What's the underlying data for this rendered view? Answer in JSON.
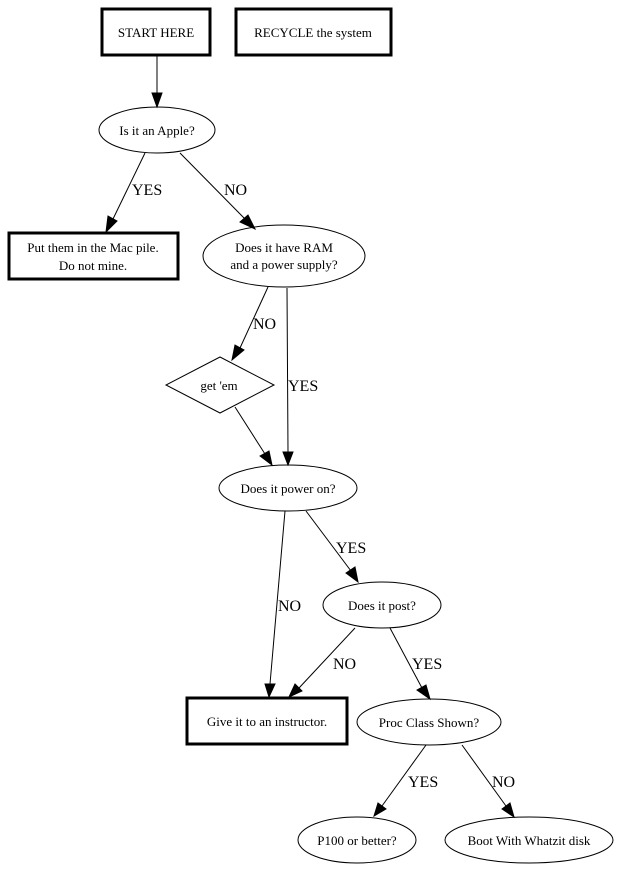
{
  "diagram": {
    "type": "flowchart",
    "nodes": [
      {
        "id": "start",
        "shape": "box",
        "lines": [
          "START HERE"
        ]
      },
      {
        "id": "recycle",
        "shape": "box",
        "lines": [
          "RECYCLE the system"
        ]
      },
      {
        "id": "apple",
        "shape": "ellipse",
        "lines": [
          "Is it an Apple?"
        ]
      },
      {
        "id": "macpile",
        "shape": "box",
        "lines": [
          "Put them in the Mac pile.",
          "Do not mine."
        ]
      },
      {
        "id": "ram",
        "shape": "ellipse",
        "lines": [
          "Does it have RAM",
          "and a power supply?"
        ]
      },
      {
        "id": "getem",
        "shape": "diamond",
        "lines": [
          "get 'em"
        ]
      },
      {
        "id": "power",
        "shape": "ellipse",
        "lines": [
          "Does it power on?"
        ]
      },
      {
        "id": "post",
        "shape": "ellipse",
        "lines": [
          "Does it post?"
        ]
      },
      {
        "id": "instructor",
        "shape": "box",
        "lines": [
          "Give it to an instructor."
        ]
      },
      {
        "id": "proc",
        "shape": "ellipse",
        "lines": [
          "Proc Class Shown?"
        ]
      },
      {
        "id": "p100",
        "shape": "ellipse",
        "lines": [
          "P100 or better?"
        ]
      },
      {
        "id": "whatzit",
        "shape": "ellipse",
        "lines": [
          "Boot With Whatzit disk"
        ]
      }
    ],
    "edges": [
      {
        "from": "start",
        "to": "apple",
        "label": ""
      },
      {
        "from": "apple",
        "to": "macpile",
        "label": "YES"
      },
      {
        "from": "apple",
        "to": "ram",
        "label": "NO"
      },
      {
        "from": "ram",
        "to": "getem",
        "label": "NO"
      },
      {
        "from": "ram",
        "to": "power",
        "label": "YES"
      },
      {
        "from": "getem",
        "to": "power",
        "label": ""
      },
      {
        "from": "power",
        "to": "post",
        "label": "YES"
      },
      {
        "from": "power",
        "to": "instructor",
        "label": "NO"
      },
      {
        "from": "post",
        "to": "instructor",
        "label": "NO"
      },
      {
        "from": "post",
        "to": "proc",
        "label": "YES"
      },
      {
        "from": "proc",
        "to": "p100",
        "label": "YES"
      },
      {
        "from": "proc",
        "to": "whatzit",
        "label": "NO"
      }
    ]
  }
}
